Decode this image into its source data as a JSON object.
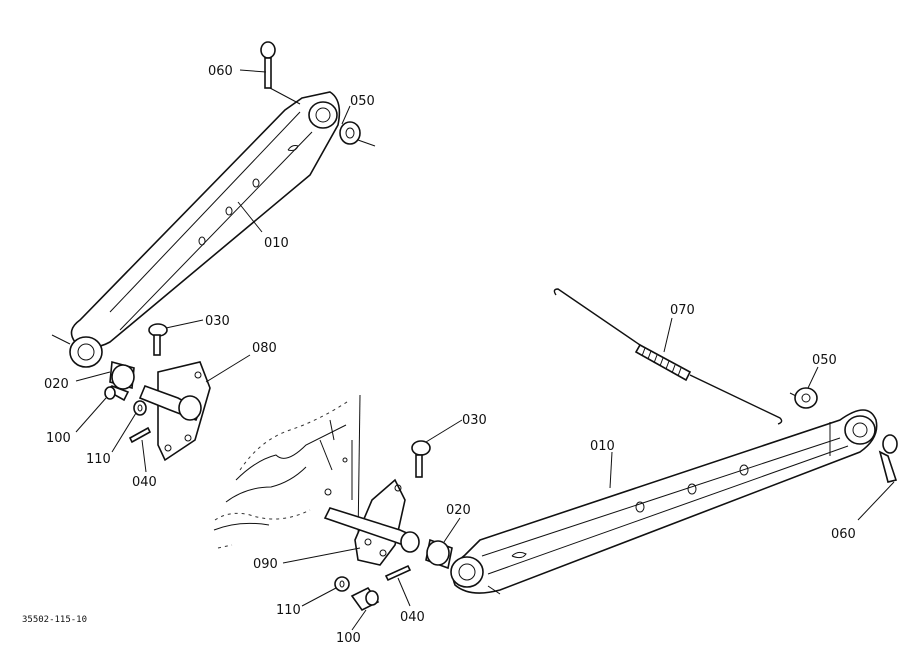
{
  "diagram_code": "35502-115-10",
  "labels": {
    "l060_top": "060",
    "l050_top": "050",
    "l010_top": "010",
    "l030_left": "030",
    "l080": "080",
    "l020_left": "020",
    "l100_left": "100",
    "l110_left": "110",
    "l040_left": "040",
    "l070": "070",
    "l050_right": "050",
    "l010_right": "010",
    "l030_mid": "030",
    "l020_mid": "020",
    "l060_right": "060",
    "l090": "090",
    "l110_bottom": "110",
    "l100_bottom": "100",
    "l040_bottom": "040"
  }
}
